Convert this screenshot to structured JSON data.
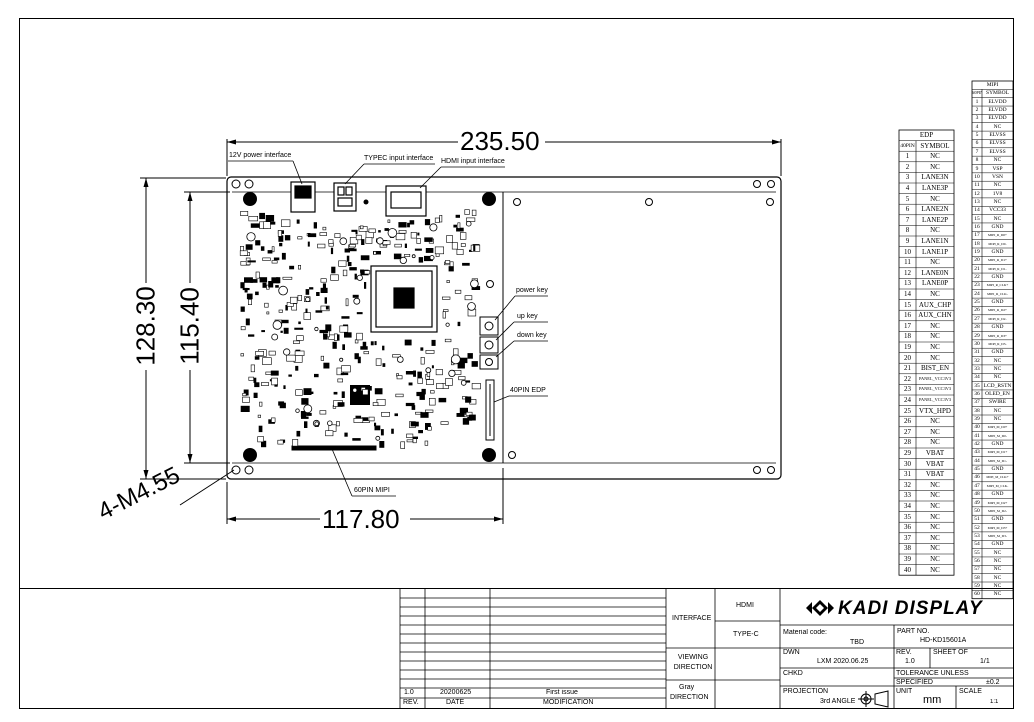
{
  "dimensions": {
    "width": "235.50",
    "height_outer": "128.30",
    "height_inner": "115.40",
    "width_lower": "117.80",
    "holes": "4-M4.55"
  },
  "callouts": {
    "power_12v": "12V power interface",
    "typec_input": "TYPEC input interface",
    "hdmi_input": "HDMI input interface",
    "power_key": "power key",
    "up_key": "up key",
    "down_key": "down key",
    "edp_40pin": "40PIN EDP",
    "mipi_60pin": "60PIN MIPI"
  },
  "edp_table": {
    "title": "EDP",
    "col_pin": "40PIN",
    "col_symbol": "SYMBOL",
    "rows": [
      [
        "1",
        "NC"
      ],
      [
        "2",
        "NC"
      ],
      [
        "3",
        "LANE3N"
      ],
      [
        "4",
        "LANE3P"
      ],
      [
        "5",
        "NC"
      ],
      [
        "6",
        "LANE2N"
      ],
      [
        "7",
        "LANE2P"
      ],
      [
        "8",
        "NC"
      ],
      [
        "9",
        "LANE1N"
      ],
      [
        "10",
        "LANE1P"
      ],
      [
        "11",
        "NC"
      ],
      [
        "12",
        "LANE0N"
      ],
      [
        "13",
        "LANE0P"
      ],
      [
        "14",
        "NC"
      ],
      [
        "15",
        "AUX_CHP"
      ],
      [
        "16",
        "AUX_CHN"
      ],
      [
        "17",
        "NC"
      ],
      [
        "18",
        "NC"
      ],
      [
        "19",
        "NC"
      ],
      [
        "20",
        "NC"
      ],
      [
        "21",
        "BIST_EN"
      ],
      [
        "22",
        "PANEL_VCC3V3"
      ],
      [
        "23",
        "PANEL_VCC3V3"
      ],
      [
        "24",
        "PANEL_VCC3V3"
      ],
      [
        "25",
        "VTX_HPD"
      ],
      [
        "26",
        "NC"
      ],
      [
        "27",
        "NC"
      ],
      [
        "28",
        "NC"
      ],
      [
        "29",
        "VBAT"
      ],
      [
        "30",
        "VBAT"
      ],
      [
        "31",
        "VBAT"
      ],
      [
        "32",
        "NC"
      ],
      [
        "33",
        "NC"
      ],
      [
        "34",
        "NC"
      ],
      [
        "35",
        "NC"
      ],
      [
        "36",
        "NC"
      ],
      [
        "37",
        "NC"
      ],
      [
        "38",
        "NC"
      ],
      [
        "39",
        "NC"
      ],
      [
        "40",
        "NC"
      ]
    ]
  },
  "mipi_table": {
    "title": "MIPI",
    "col_pin": "60PIN",
    "col_symbol": "SYMBOL",
    "rows": [
      [
        "1",
        "ELVDD"
      ],
      [
        "2",
        "ELVDD"
      ],
      [
        "3",
        "ELVDD"
      ],
      [
        "4",
        "NC"
      ],
      [
        "5",
        "ELVSS"
      ],
      [
        "6",
        "ELVSS"
      ],
      [
        "7",
        "ELVSS"
      ],
      [
        "8",
        "NC"
      ],
      [
        "9",
        "VSP"
      ],
      [
        "10",
        "VSN"
      ],
      [
        "11",
        "NC"
      ],
      [
        "12",
        "1V8"
      ],
      [
        "13",
        "NC"
      ],
      [
        "14",
        "VCC33"
      ],
      [
        "15",
        "NC"
      ],
      [
        "16",
        "GND"
      ],
      [
        "17",
        "MIPI_R_D0+"
      ],
      [
        "18",
        "MIPI_R_D0-"
      ],
      [
        "19",
        "GND"
      ],
      [
        "20",
        "MIPI_R_D1+"
      ],
      [
        "21",
        "MIPI_R_D1-"
      ],
      [
        "22",
        "GND"
      ],
      [
        "23",
        "MIPI_R_CLK+"
      ],
      [
        "24",
        "MIPI_R_CLK-"
      ],
      [
        "25",
        "GND"
      ],
      [
        "26",
        "MIPI_R_D2+"
      ],
      [
        "27",
        "MIPI_R_D2-"
      ],
      [
        "28",
        "GND"
      ],
      [
        "29",
        "MIPI_R_D3+"
      ],
      [
        "30",
        "MIPI_R_D3-"
      ],
      [
        "31",
        "GND"
      ],
      [
        "32",
        "NC"
      ],
      [
        "33",
        "NC"
      ],
      [
        "34",
        "NC"
      ],
      [
        "35",
        "LCD_RSTN"
      ],
      [
        "36",
        "OLED_EN"
      ],
      [
        "37",
        "SWIRE"
      ],
      [
        "38",
        "NC"
      ],
      [
        "39",
        "NC"
      ],
      [
        "40",
        "MIPI_M_D0+"
      ],
      [
        "41",
        "MIPI_M_D0-"
      ],
      [
        "42",
        "GND"
      ],
      [
        "43",
        "MIPI_M_D1+"
      ],
      [
        "44",
        "MIPI_M_D1-"
      ],
      [
        "45",
        "GND"
      ],
      [
        "46",
        "MIPI_M_CLK+"
      ],
      [
        "47",
        "MIPI_M_CLK-"
      ],
      [
        "48",
        "GND"
      ],
      [
        "49",
        "MIPI_M_D2+"
      ],
      [
        "50",
        "MIPI_M_D2-"
      ],
      [
        "51",
        "GND"
      ],
      [
        "52",
        "MIPI_M_D3+"
      ],
      [
        "53",
        "MIPI_M_D3-"
      ],
      [
        "54",
        "GND"
      ],
      [
        "55",
        "NC"
      ],
      [
        "56",
        "NC"
      ],
      [
        "57",
        "NC"
      ],
      [
        "58",
        "NC"
      ],
      [
        "59",
        "NC"
      ],
      [
        "60",
        "NC"
      ]
    ]
  },
  "title_block": {
    "rev_value": "1.0",
    "date_value": "20200625",
    "mod_value": "First issue",
    "rev_label": "REV.",
    "date_label": "DATE",
    "mod_label": "MODIFICATION",
    "interface_label": "INTERFACE",
    "interface_hdmi": "HDMI",
    "interface_typec": "TYPE-C",
    "viewing_label": "VIEWING DIRECTION",
    "viewing_value": "Gray",
    "viewing_dir": "DIRECTION",
    "brand": "KADI DISPLAY",
    "material_label": "Material code:",
    "material_value": "TBD",
    "partno_label": "PART NO.",
    "partno_value": "HD-KD15601A",
    "dwn_label": "DWN",
    "dwn_value": "LXM 2020.06.25",
    "rev2_label": "REV.",
    "rev2_value": "1.0",
    "sheet_label": "SHEET OF",
    "sheet_value": "1/1",
    "chkd_label": "CHKD",
    "tolerance_label": "TOLERANCE UNLESS",
    "specified_label": "SPECIFIED",
    "tolerance_value": "±0.2",
    "projection_label": "PROJECTION",
    "projection_value": "3rd ANGLE",
    "unit_label": "UNIT",
    "unit_value": "mm",
    "scale_label": "SCALE",
    "scale_value": "1:1"
  }
}
